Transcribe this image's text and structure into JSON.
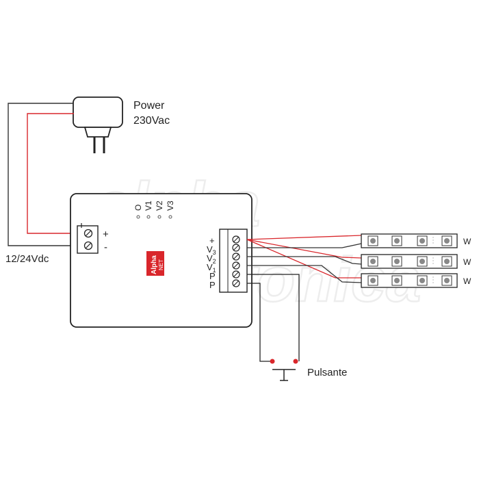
{
  "power": {
    "label_line1": "Power",
    "label_line2": "230Vac"
  },
  "supply_label": "12/24Vdc",
  "input_terminal": {
    "plus": "+",
    "minus": "-"
  },
  "indicators": [
    "O",
    "V1",
    "V2",
    "V3"
  ],
  "brand": {
    "line1": "Alpha",
    "line2": "NET",
    "color": "#d9262b"
  },
  "watermark": {
    "line1": "alpha",
    "line2": "elettronica"
  },
  "output_terminal": {
    "labels": [
      {
        "main": "+",
        "sub": ""
      },
      {
        "main": "V",
        "sub": "3"
      },
      {
        "main": "V",
        "sub": "2"
      },
      {
        "main": "V",
        "sub": "1"
      },
      {
        "main": "P",
        "sub": ""
      },
      {
        "main": "P",
        "sub": ""
      }
    ]
  },
  "led_strips": [
    {
      "label": "W"
    },
    {
      "label": "W"
    },
    {
      "label": "W"
    }
  ],
  "button": {
    "label": "Pulsante"
  },
  "colors": {
    "wire_red": "#d9262b",
    "wire_dark": "#333333",
    "outline": "#222222"
  }
}
